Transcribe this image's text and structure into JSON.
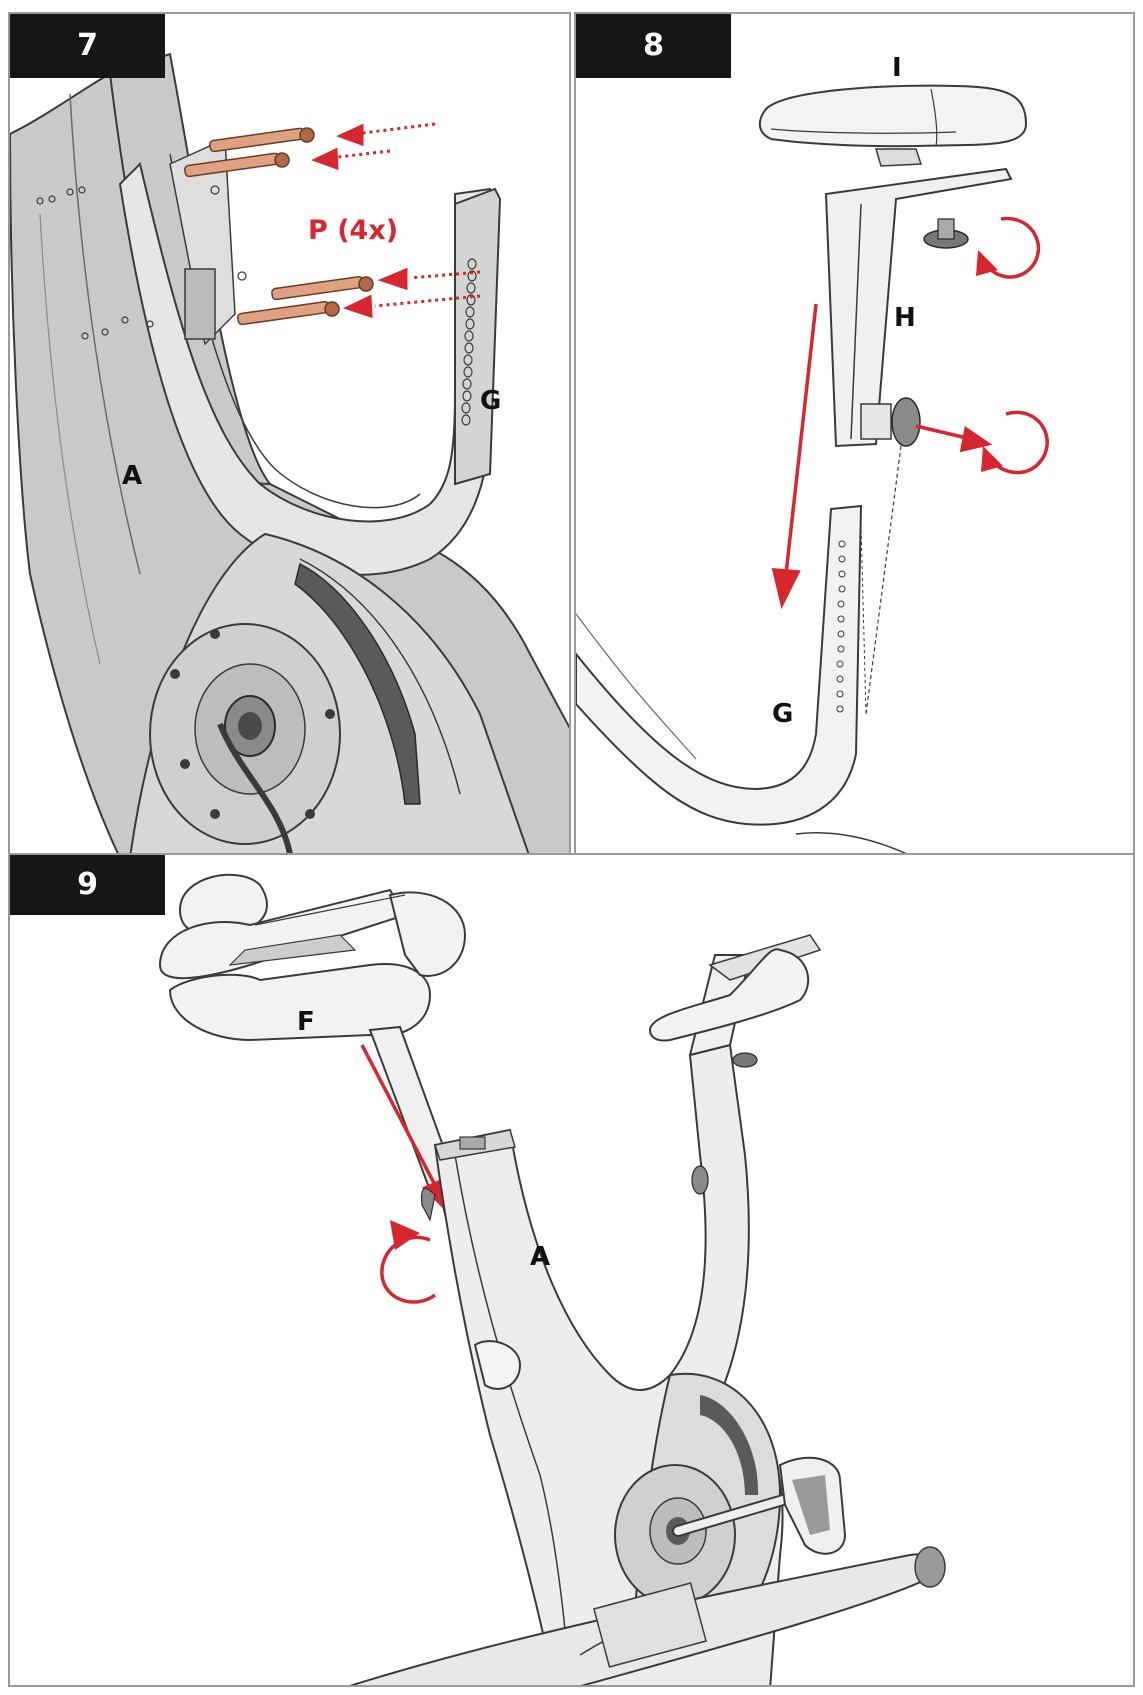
{
  "steps": [
    {
      "number": "7",
      "labels": {
        "frame": "A",
        "seat_post_holder": "G",
        "bolts": "P (4x)"
      }
    },
    {
      "number": "8",
      "labels": {
        "seat": "I",
        "seat_slider": "H",
        "seat_post_holder": "G"
      }
    },
    {
      "number": "9",
      "labels": {
        "handlebar": "F",
        "frame": "A"
      }
    }
  ],
  "colors": {
    "accent": "#d7262e",
    "bolt": "#e0a183",
    "frame": "#d2d2d2",
    "outline": "#3a3a3a",
    "tab": "#161616"
  }
}
